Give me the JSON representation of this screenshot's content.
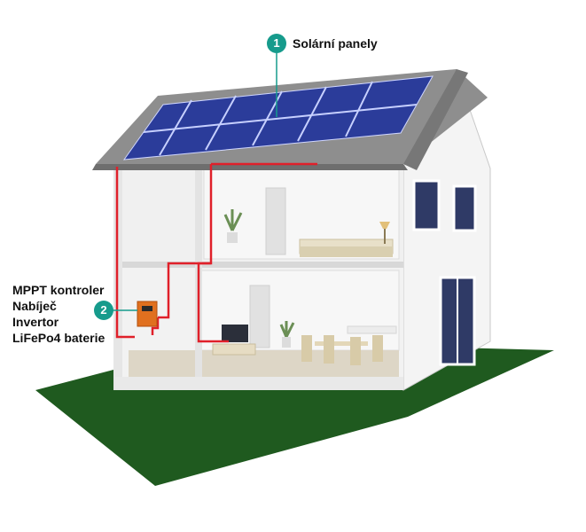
{
  "callouts": [
    {
      "number": "1",
      "label": "Solární panely"
    },
    {
      "number": "2",
      "lines": [
        "MPPT kontroler",
        "Nabíječ",
        "Invertor",
        "LiFePo4 baterie"
      ]
    }
  ],
  "colors": {
    "badge": "#169b8c",
    "wire": "#e0202a",
    "ground": "#1f5a1f",
    "panel": "#2b3c9a"
  }
}
